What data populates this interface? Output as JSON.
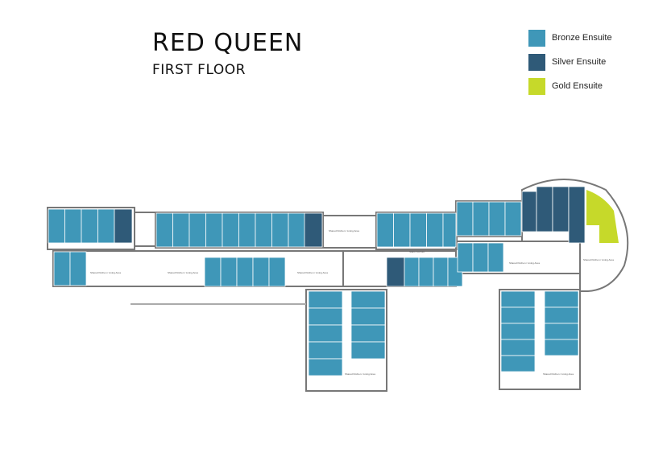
{
  "header": {
    "title": "RED QUEEN",
    "subtitle": "FIRST FLOOR"
  },
  "legend": [
    {
      "label": "Bronze Ensuite",
      "color": "#3f97b8"
    },
    {
      "label": "Silver Ensuite",
      "color": "#2f5a78"
    },
    {
      "label": "Gold Ensuite",
      "color": "#c6d92a"
    }
  ],
  "plan": {
    "colors": {
      "bronze": "#3f97b8",
      "silver": "#2f5a78",
      "gold": "#c6d92a",
      "wall": "#777777",
      "corridor": "#ffffff"
    },
    "kitchen_label": "Shared Kitchen / Living Area",
    "stairs_label": "Stairs Corridor"
  }
}
